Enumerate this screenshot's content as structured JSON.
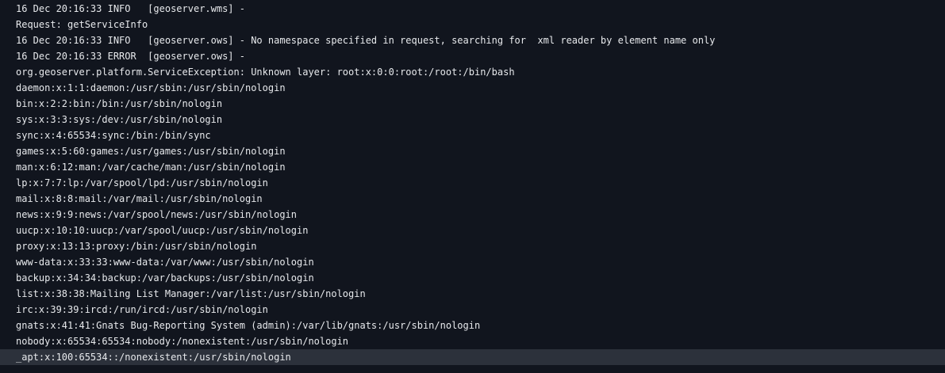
{
  "terminal": {
    "title": "geoserver-log-terminal",
    "colors": {
      "background": "#11151e",
      "text": "#e7e9ec",
      "highlight_row_background": "#2c313b"
    },
    "lines": [
      {
        "text": "16 Dec 20:16:33 INFO   [geoserver.wms] -",
        "highlighted": false
      },
      {
        "text": "Request: getServiceInfo",
        "highlighted": false
      },
      {
        "text": "16 Dec 20:16:33 INFO   [geoserver.ows] - No namespace specified in request, searching for  xml reader by element name only",
        "highlighted": false
      },
      {
        "text": "16 Dec 20:16:33 ERROR  [geoserver.ows] -",
        "highlighted": false
      },
      {
        "text": "org.geoserver.platform.ServiceException: Unknown layer: root:x:0:0:root:/root:/bin/bash",
        "highlighted": false
      },
      {
        "text": "daemon:x:1:1:daemon:/usr/sbin:/usr/sbin/nologin",
        "highlighted": false
      },
      {
        "text": "bin:x:2:2:bin:/bin:/usr/sbin/nologin",
        "highlighted": false
      },
      {
        "text": "sys:x:3:3:sys:/dev:/usr/sbin/nologin",
        "highlighted": false
      },
      {
        "text": "sync:x:4:65534:sync:/bin:/bin/sync",
        "highlighted": false
      },
      {
        "text": "games:x:5:60:games:/usr/games:/usr/sbin/nologin",
        "highlighted": false
      },
      {
        "text": "man:x:6:12:man:/var/cache/man:/usr/sbin/nologin",
        "highlighted": false
      },
      {
        "text": "lp:x:7:7:lp:/var/spool/lpd:/usr/sbin/nologin",
        "highlighted": false
      },
      {
        "text": "mail:x:8:8:mail:/var/mail:/usr/sbin/nologin",
        "highlighted": false
      },
      {
        "text": "news:x:9:9:news:/var/spool/news:/usr/sbin/nologin",
        "highlighted": false
      },
      {
        "text": "uucp:x:10:10:uucp:/var/spool/uucp:/usr/sbin/nologin",
        "highlighted": false
      },
      {
        "text": "proxy:x:13:13:proxy:/bin:/usr/sbin/nologin",
        "highlighted": false
      },
      {
        "text": "www-data:x:33:33:www-data:/var/www:/usr/sbin/nologin",
        "highlighted": false
      },
      {
        "text": "backup:x:34:34:backup:/var/backups:/usr/sbin/nologin",
        "highlighted": false
      },
      {
        "text": "list:x:38:38:Mailing List Manager:/var/list:/usr/sbin/nologin",
        "highlighted": false
      },
      {
        "text": "irc:x:39:39:ircd:/run/ircd:/usr/sbin/nologin",
        "highlighted": false
      },
      {
        "text": "gnats:x:41:41:Gnats Bug-Reporting System (admin):/var/lib/gnats:/usr/sbin/nologin",
        "highlighted": false
      },
      {
        "text": "nobody:x:65534:65534:nobody:/nonexistent:/usr/sbin/nologin",
        "highlighted": false
      },
      {
        "text": "_apt:x:100:65534::/nonexistent:/usr/sbin/nologin",
        "highlighted": true
      }
    ]
  }
}
